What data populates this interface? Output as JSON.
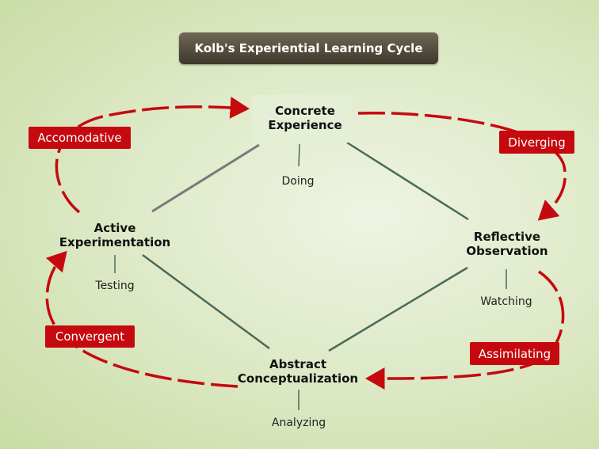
{
  "title": "Kolb's Experiential Learning Cycle",
  "nodes": {
    "concrete": {
      "line1": "Concrete",
      "line2": "Experience",
      "activity": "Doing"
    },
    "reflective": {
      "line1": "Reflective",
      "line2": "Observation",
      "activity": "Watching"
    },
    "abstract": {
      "line1": "Abstract",
      "line2": "Conceptualization",
      "activity": "Analyzing"
    },
    "active": {
      "line1": "Active",
      "line2": "Experimentation",
      "activity": "Testing"
    }
  },
  "styles": {
    "accomodative": "Accomodative",
    "diverging": "Diverging",
    "assimilating": "Assimilating",
    "convergent": "Convergent"
  },
  "colors": {
    "accent": "#c5090f",
    "connector": "#4a6a5a"
  }
}
